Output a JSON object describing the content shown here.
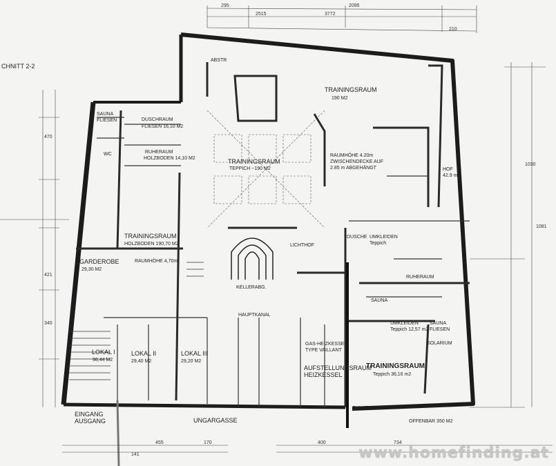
{
  "plan": {
    "section_label": "CHNITT 2-2",
    "top_dims": [
      "295",
      "2515",
      "3772",
      "2095",
      "210"
    ],
    "rooms": {
      "abstr": "ABSTR",
      "trainingsraum_top": "TRAININGSRAUM",
      "trainingsraum_top_area": "190 M2",
      "trainingsraum_center": "TRAININGSRAUM",
      "trainingsraum_center_sub": "TEPPICH ~190 M2",
      "raumhoehe": "RAUMHÖHE 4.20m",
      "zwischendecke": "ZWISCHENDECKE AUF",
      "zwischendecke_sub": "2.85 m ABGEHÄNGT",
      "hof": "HOF",
      "hof_area": "42.9 m2",
      "sauna_top": "SAUNA",
      "fliesen": "FLIESEN",
      "duschraum": "DUSCHRAUM",
      "duschraum_sub": "FLIESEN 16,10 M2",
      "ruheraum": "RUHERAUM",
      "ruheraum_sub": "HOLZBODEN 14,10 M2",
      "wc": "WC",
      "trainingsraum_left": "TRAININGSRAUM",
      "trainingsraum_left_sub": "HOLZBODEN 190,70 M2",
      "raumhoehe_left": "RAUMHÖHE 4,70m",
      "garderobe": "GARDEROBE",
      "garderobe_area": "29,30 M2",
      "lokal1": "LOKAL I",
      "lokal1_area": "98,44 M2",
      "lokal2": "LOKAL II",
      "lokal2_area": "29,40 M2",
      "lokal3": "LOKAL III",
      "lokal3_area": "29,20 M2",
      "kellerabgang": "KELLERABG.",
      "lichthof": "LICHTHOF",
      "dusche": "DUSCHE",
      "umkleiden": "UMKLEIDEN",
      "umkleiden_sub": "Teppich",
      "ruheraum_right": "RUHERAUM",
      "sauna_mid": "SAUNA",
      "solarium": "SOLARIUM",
      "umkleiden2": "UMKLEIDEN",
      "umkleiden2_sub": "Teppich 12,57 m2",
      "sauna_right": "SAUNA",
      "fliesen_right": "FLIESEN",
      "aufstellung": "AUFSTELLUNGSRAUM",
      "heizkessel": "HEIZKESSEL",
      "gas_heizkessel": "GAS-HEIZKESSEL",
      "type": "TYPE VAILLANT",
      "trainingsraum_br": "TRAININGSRAUM",
      "trainingsraum_br_sub": "Teppich 36,16 m2",
      "hauptkanal": "HAUPTKANAL",
      "eingang": "EINGANG",
      "ausgang": "AUSGANG",
      "street": "UNGARGASSE",
      "zuluftkanal": "ZULUFTKANAL",
      "dachflaeche": "OFFENBAR 350 M2"
    },
    "bottom_dims": [
      "455",
      "170",
      "141",
      "400",
      "734"
    ],
    "side_dims": [
      "470",
      "421",
      "340",
      "1030",
      "1081"
    ]
  },
  "watermark": "www.homefinding.at"
}
